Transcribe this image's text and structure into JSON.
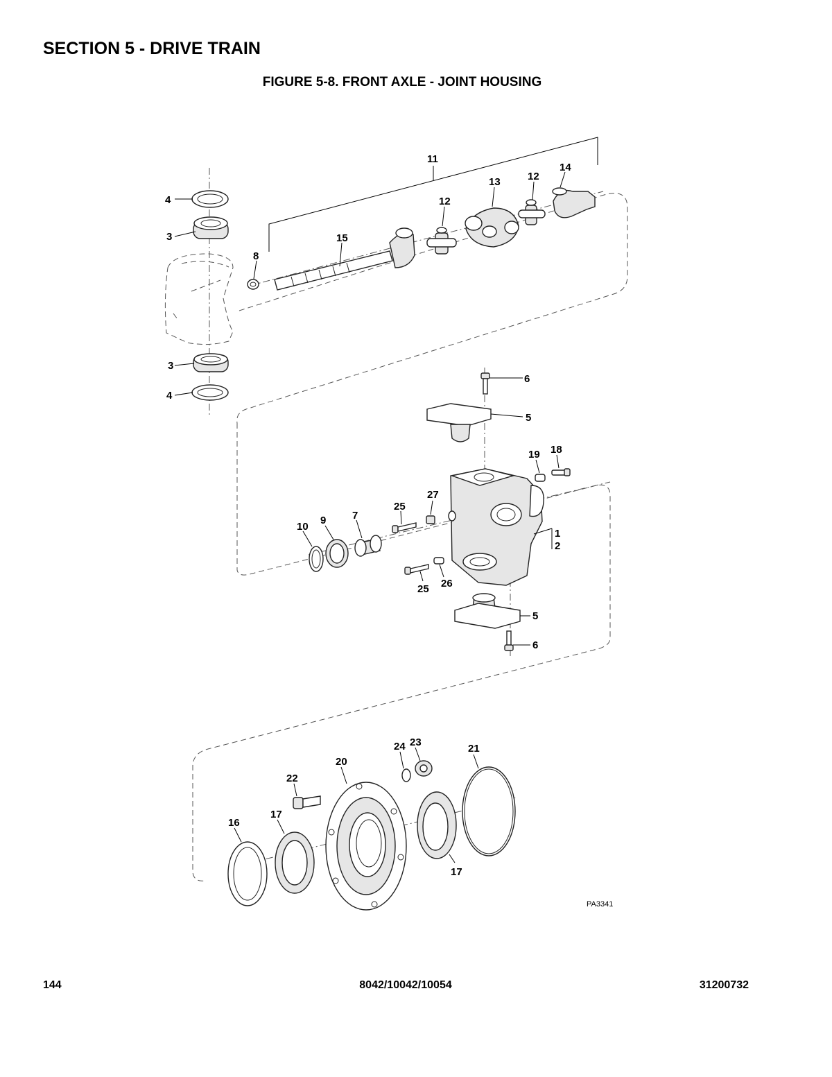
{
  "header": {
    "section_title": "SECTION 5 - DRIVE TRAIN",
    "figure_title": "FIGURE 5-8. FRONT AXLE - JOINT HOUSING"
  },
  "diagram": {
    "drawing_id": "PA3341",
    "callouts": [
      "1",
      "2",
      "3",
      "4",
      "5",
      "6",
      "7",
      "8",
      "9",
      "10",
      "11",
      "12",
      "13",
      "14",
      "15",
      "16",
      "17",
      "18",
      "19",
      "20",
      "21",
      "22",
      "23",
      "24",
      "25",
      "26",
      "27"
    ]
  },
  "footer": {
    "page_number": "144",
    "models": "8042/10042/10054",
    "manual_number": "31200732"
  }
}
